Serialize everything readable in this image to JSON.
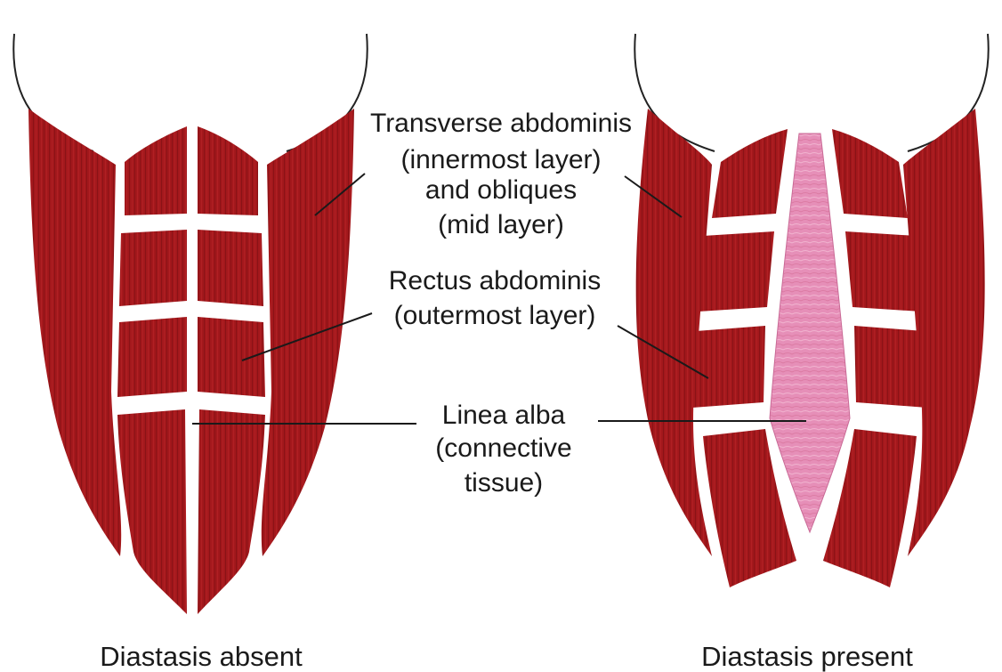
{
  "labels": {
    "transverse": [
      "Transverse abdominis",
      "(innermost layer)",
      "and obliques",
      "(mid layer)"
    ],
    "rectus": [
      "Rectus abdominis",
      "(outermost layer)"
    ],
    "linea": [
      "Linea alba",
      "(connective",
      "tissue)"
    ]
  },
  "captions": {
    "left": "Diastasis absent",
    "right": "Diastasis present"
  },
  "colors": {
    "muscle": "#a3181c",
    "muscle_dark": "#7e1014",
    "connective": "#e48bb6",
    "outline": "#222222",
    "background": "#ffffff"
  }
}
